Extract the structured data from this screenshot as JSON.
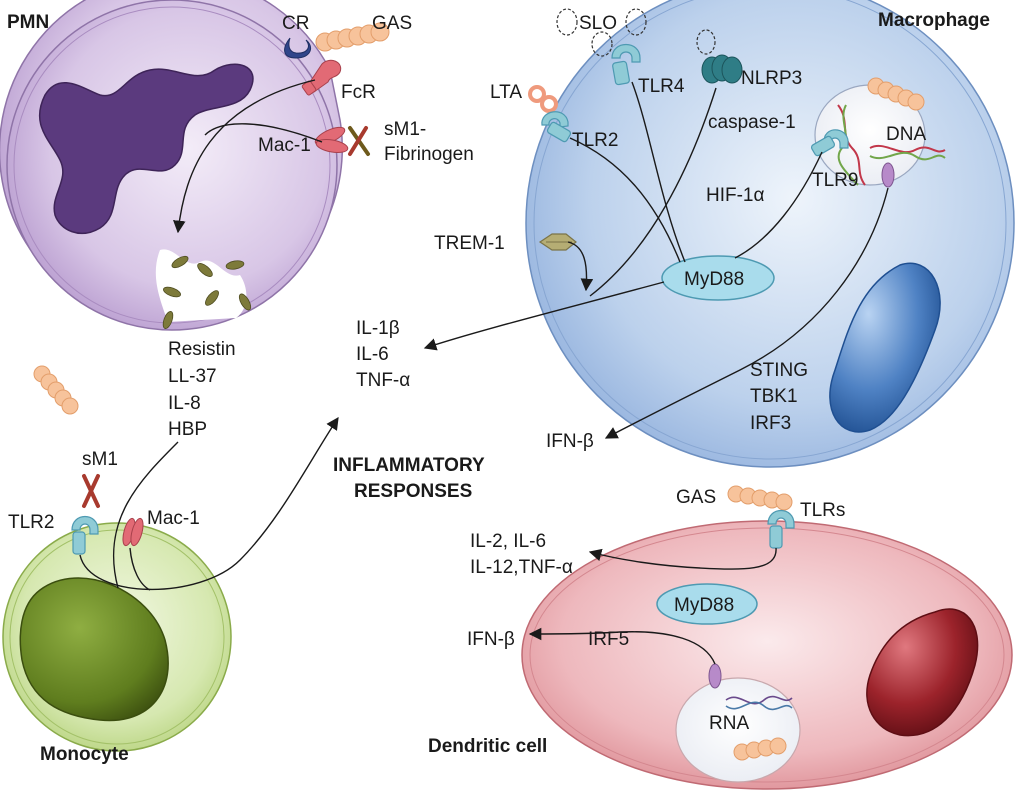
{
  "cells": {
    "pmn": "PMN",
    "macrophage": "Macrophage",
    "monocyte": "Monocyte",
    "dendritic": "Dendritic cell"
  },
  "pmn": {
    "cr": "CR",
    "gas": "GAS",
    "fcr": "FcR",
    "mac1": "Mac-1",
    "sm1_fib_1": "sM1-",
    "sm1_fib_2": "Fibrinogen",
    "granules": [
      "Resistin",
      "LL-37",
      "IL-8",
      "HBP"
    ]
  },
  "macrophage": {
    "slo": "SLO",
    "tlr4": "TLR4",
    "nlrp3": "NLRP3",
    "lta": "LTA",
    "tlr2": "TLR2",
    "caspase1": "caspase-1",
    "dna": "DNA",
    "hif": "HIF-1α",
    "tlr9": "TLR9",
    "trem1": "TREM-1",
    "myd88": "MyD88",
    "sting": [
      "STING",
      "TBK1",
      "IRF3"
    ]
  },
  "cytokines_center": [
    "IL-1β",
    "IL-6",
    "TNF-α"
  ],
  "ifn_macro": "IFN-β",
  "inflammatory": [
    "INFLAMMATORY",
    "RESPONSES"
  ],
  "monocyte": {
    "sm1": "sM1",
    "tlr2": "TLR2",
    "mac1": "Mac-1"
  },
  "dendritic": {
    "gas": "GAS",
    "tlrs": "TLRs",
    "cytokines": [
      "IL-2, IL-6",
      "IL-12,TNF-α"
    ],
    "myd88": "MyD88",
    "ifn": "IFN-β",
    "irf5": "IRF5",
    "rna": "RNA"
  },
  "colors": {
    "pmn": "#c9b3dd",
    "nucleus_pmn": "#5b3a7e",
    "macrophage": "#a9c3e6",
    "nucleus_macro": "#4f82c4",
    "monocyte": "#c8e09a",
    "nucleus_mono": "#5f7d1e",
    "dendritic": "#e59aa0",
    "nucleus_dc": "#9c232b",
    "myd88": "#a9dcec",
    "gas": "#f7c39b",
    "tlr": "#8fcbd6"
  }
}
